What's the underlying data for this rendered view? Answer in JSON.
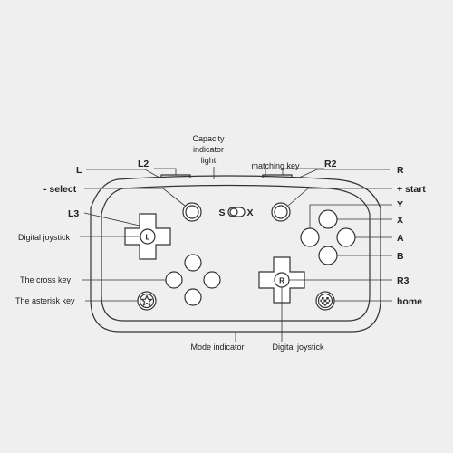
{
  "labels": {
    "l": "L",
    "l2": "L2",
    "capacity": [
      "Capacity",
      "indicator",
      "light"
    ],
    "matching": "matching key",
    "r2": "R2",
    "r": "R",
    "select": "- select",
    "start": "+ start",
    "l3": "L3",
    "y": "Y",
    "x": "X",
    "digital_left": "Digital joystick",
    "a": "A",
    "b": "B",
    "cross": "The cross key",
    "r3": "R3",
    "asterisk": "The asterisk key",
    "home": "home",
    "mode": "Mode indicator",
    "digital_right": "Digital joystick"
  },
  "switch": {
    "left": "S",
    "right": "X"
  },
  "stick_letters": {
    "left": "L",
    "right": "R"
  },
  "icons": {
    "star": "star-icon",
    "home": "home-checker-icon"
  }
}
